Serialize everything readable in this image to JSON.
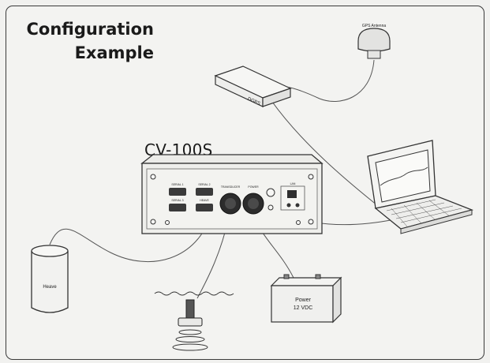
{
  "title": {
    "line1": "Configuration",
    "line2": "Example"
  },
  "device": {
    "name": "CV-100S"
  },
  "components": {
    "gps_antenna": "GPS Antenna",
    "dgps": "DGPS",
    "heave": "Heave",
    "power_line1": "Power",
    "power_line2": "12 VDC"
  },
  "ports": {
    "serial1": "SERIAL 1",
    "serial2": "SERIAL 2",
    "serial3": "SERIAL 3",
    "heave": "HEAVE",
    "transducer": "TRANSDUCER",
    "power": "POWER",
    "lan": "LAN"
  }
}
